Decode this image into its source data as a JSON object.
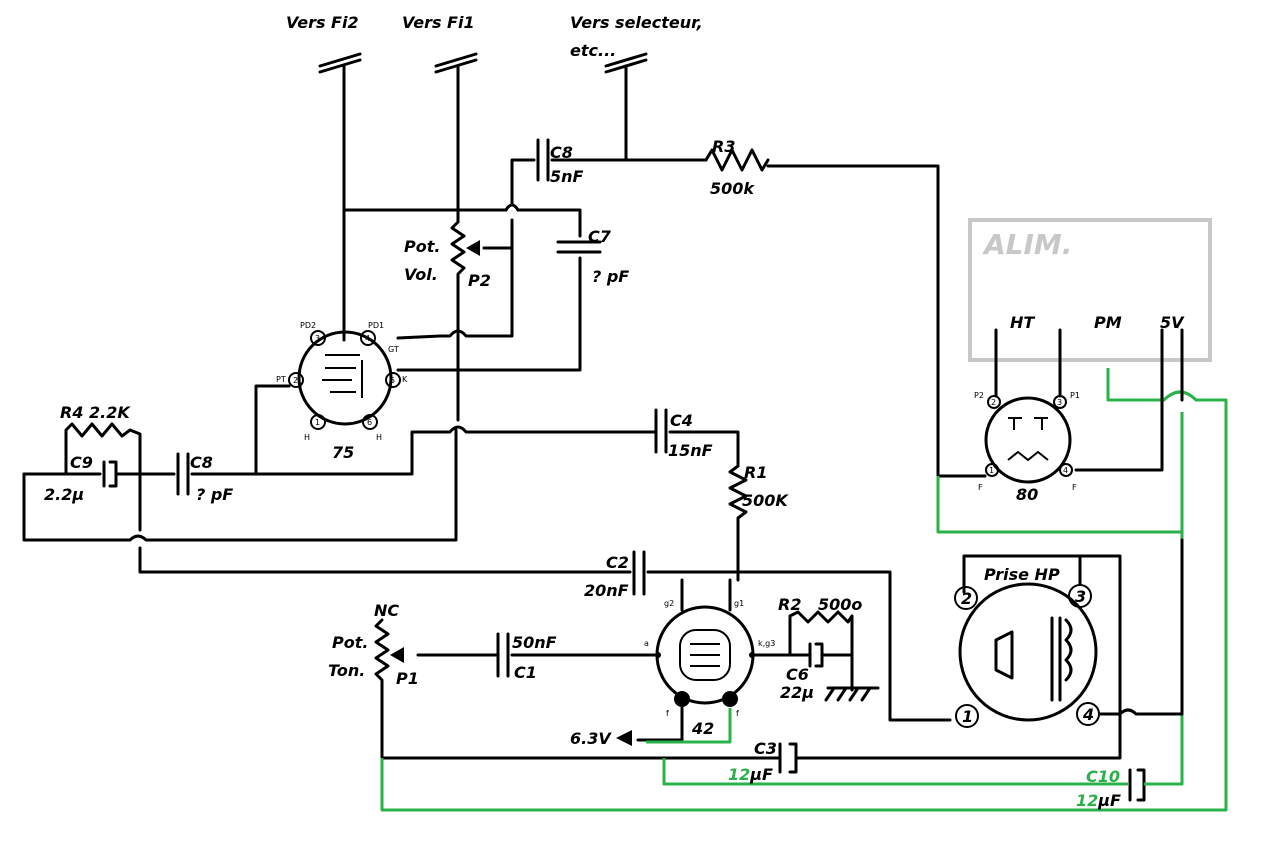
{
  "antennas": {
    "fi2": "Vers Fi2",
    "fi1": "Vers Fi1",
    "sel1": "Vers selecteur,",
    "sel2": "etc..."
  },
  "components": {
    "c8_top": "C8",
    "c8_top_val": "5nF",
    "r3": "R3",
    "r3_val": "500k",
    "c7": "C7",
    "c7_val": "? pF",
    "p2_1": "Pot.",
    "p2_2": "Vol.",
    "p2": "P2",
    "r4": "R4 2.2K",
    "c9": "C9",
    "c9_val": "2.2µ",
    "c8_left": "C8",
    "c8_left_val": "? pF",
    "c4": "C4",
    "c4_val": "15nF",
    "r1": "R1",
    "r1_val": "500K",
    "c2": "C2",
    "c2_val": "20nF",
    "nc": "NC",
    "p1_1": "Pot.",
    "p1_2": "Ton.",
    "p1": "P1",
    "c1": "50nF",
    "c1_name": "C1",
    "r2": "R2",
    "r2_val": "500o",
    "c6": "C6",
    "c6_val": "22µ",
    "v63": "6.3V",
    "c3": "C3",
    "c3_num": "12",
    "c3_unit": "µF",
    "c10": "C10",
    "c10_num": "12",
    "c10_unit": "µF"
  },
  "tubes": {
    "t75": "75",
    "t42": "42",
    "t80": "80"
  },
  "pins75": {
    "pd2": "PD2",
    "pd1": "PD1",
    "gt": "GT",
    "pt": "PT",
    "k": "K",
    "h1": "H",
    "h2": "H",
    "n1": "1",
    "n2": "2",
    "n3": "3",
    "n4": "4",
    "n5": "5",
    "n6": "6"
  },
  "pins42": {
    "g2": "g2",
    "g1": "g1",
    "a": "a",
    "kg3": "k,g3",
    "f1": "f",
    "f2": "f"
  },
  "pins80": {
    "p2": "P2",
    "p1": "P1",
    "n1": "1",
    "n2": "2",
    "n3": "3",
    "n4": "4",
    "f1": "F",
    "f2": "F"
  },
  "speaker": {
    "title": "Prise HP",
    "n1": "1",
    "n2": "2",
    "n3": "3",
    "n4": "4"
  },
  "alim": {
    "title": "ALIM.",
    "ht": "HT",
    "pm": "PM",
    "v5": "5V"
  },
  "colors": {
    "wire": "#000000",
    "green": "#2ab14a",
    "alim_box": "#c8c8c8"
  }
}
